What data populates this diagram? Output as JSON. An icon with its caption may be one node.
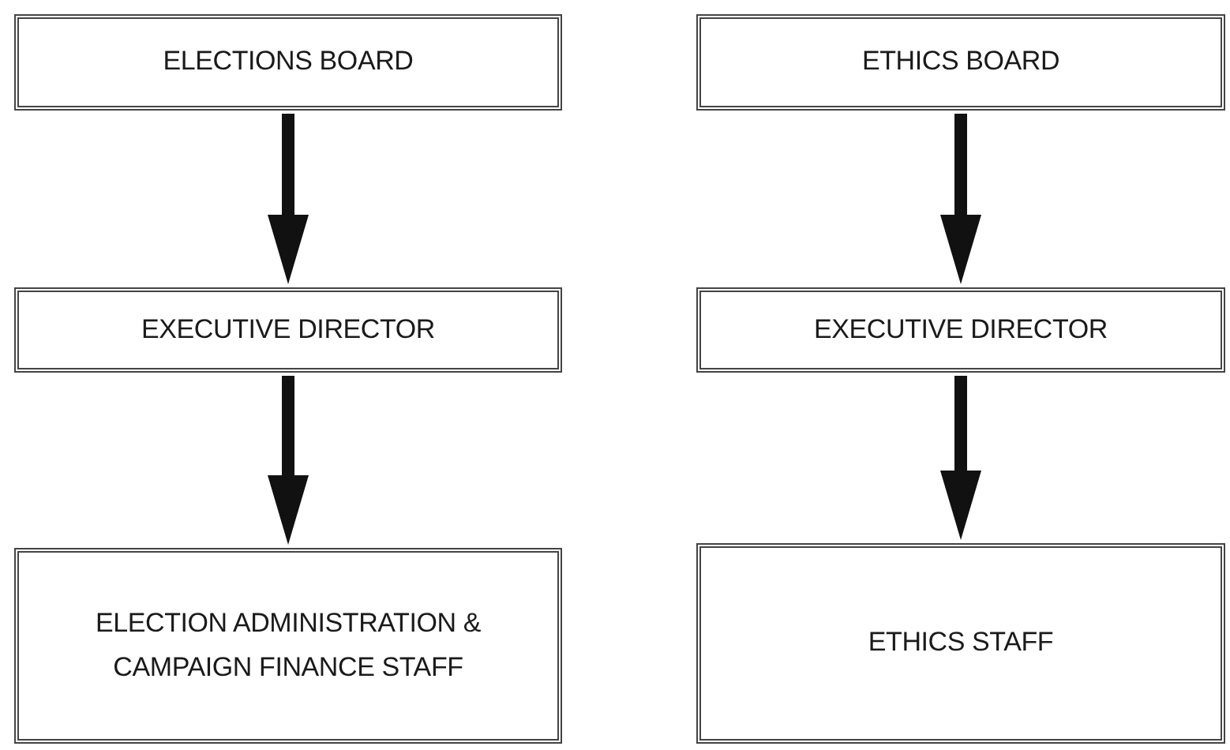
{
  "diagram": {
    "nodes": [
      {
        "text": [
          "ELECTIONS BOARD"
        ]
      },
      {
        "text": [
          "ETHICS BOARD"
        ]
      },
      {
        "text": [
          "EXECUTIVE DIRECTOR"
        ]
      },
      {
        "text": [
          "EXECUTIVE DIRECTOR"
        ]
      },
      {
        "text": [
          "ELECTION ADMINISTRATION & CAMPAIGN FINANCE STAFF"
        ]
      },
      {
        "text": [
          "ETHICS STAFF"
        ]
      }
    ],
    "edges": [
      {
        "from": 0,
        "to": 2,
        "arrow": "to"
      },
      {
        "from": 1,
        "to": 3,
        "arrow": "to"
      },
      {
        "from": 2,
        "to": 4,
        "arrow": "to"
      },
      {
        "from": 3,
        "to": 5,
        "arrow": "to"
      }
    ]
  }
}
